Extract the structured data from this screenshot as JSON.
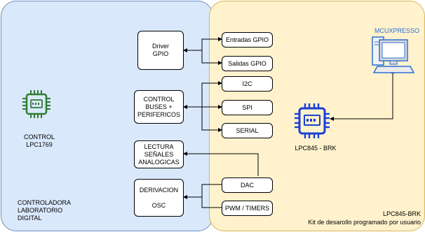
{
  "panels": {
    "left_caption": "CONTROLADORA\nLABORATORIO\nDIGITAL",
    "right_caption_line1": "LPC845-BRK",
    "right_caption_line2": "Kit de desarollo programado por usuario"
  },
  "left_blocks": {
    "driver_gpio": "Driver\nGPIO",
    "control_buses": "CONTROL\nBUSES +\nPERIFERICOS",
    "lectura": "LECTURA\nSEÑALES\nANALOGICAS",
    "derivacion": "DERIVACION\n\nOSC"
  },
  "right_blocks": {
    "entradas_gpio": "Entradas GPIO",
    "salidas_gpio": "Salidas GPIO",
    "i2c": "I2C",
    "spi": "SPI",
    "serial": "SERIAL",
    "dac": "DAC",
    "pwm": "PWM / TIMERS"
  },
  "chips": {
    "control_label": "CONTROL\nLPC1769",
    "lpc845_label": "LPC845 - BRK",
    "control_color": "#2e7d32",
    "lpc845_color": "#1a3fd6"
  },
  "computer": {
    "label": "MCUXPRESSO",
    "icon": "desktop-computer-icon",
    "color": "#2d6fd6"
  }
}
